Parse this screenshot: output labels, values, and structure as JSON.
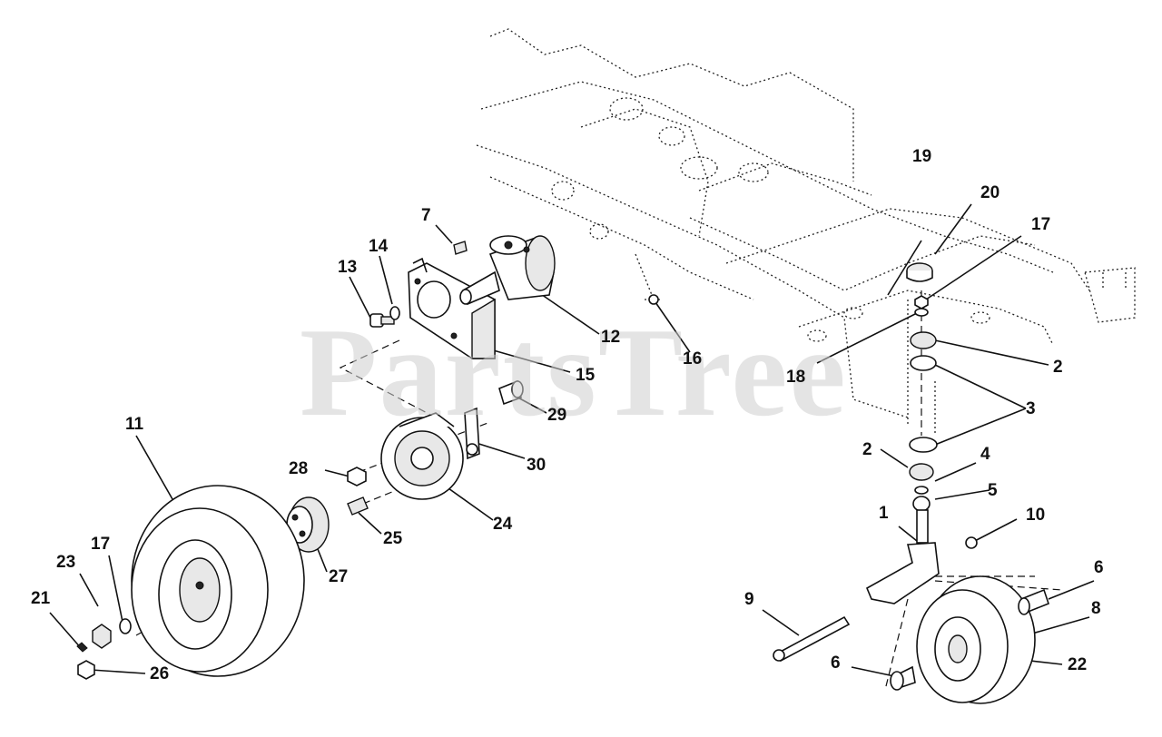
{
  "watermark": "PartsTree",
  "callouts": [
    {
      "id": "c1",
      "text": "1"
    },
    {
      "id": "c2a",
      "text": "2"
    },
    {
      "id": "c2b",
      "text": "2"
    },
    {
      "id": "c3",
      "text": "3"
    },
    {
      "id": "c4",
      "text": "4"
    },
    {
      "id": "c5",
      "text": "5"
    },
    {
      "id": "c6a",
      "text": "6"
    },
    {
      "id": "c6b",
      "text": "6"
    },
    {
      "id": "c7",
      "text": "7"
    },
    {
      "id": "c8",
      "text": "8"
    },
    {
      "id": "c9",
      "text": "9"
    },
    {
      "id": "c10",
      "text": "10"
    },
    {
      "id": "c11",
      "text": "11"
    },
    {
      "id": "c12",
      "text": "12"
    },
    {
      "id": "c13",
      "text": "13"
    },
    {
      "id": "c14",
      "text": "14"
    },
    {
      "id": "c15",
      "text": "15"
    },
    {
      "id": "c16",
      "text": "16"
    },
    {
      "id": "c17a",
      "text": "17"
    },
    {
      "id": "c17b",
      "text": "17"
    },
    {
      "id": "c18",
      "text": "18"
    },
    {
      "id": "c19",
      "text": "19"
    },
    {
      "id": "c20",
      "text": "20"
    },
    {
      "id": "c21",
      "text": "21"
    },
    {
      "id": "c22",
      "text": "22"
    },
    {
      "id": "c23",
      "text": "23"
    },
    {
      "id": "c24",
      "text": "24"
    },
    {
      "id": "c25",
      "text": "25"
    },
    {
      "id": "c26",
      "text": "26"
    },
    {
      "id": "c27",
      "text": "27"
    },
    {
      "id": "c28",
      "text": "28"
    },
    {
      "id": "c29",
      "text": "29"
    },
    {
      "id": "c30",
      "text": "30"
    }
  ]
}
